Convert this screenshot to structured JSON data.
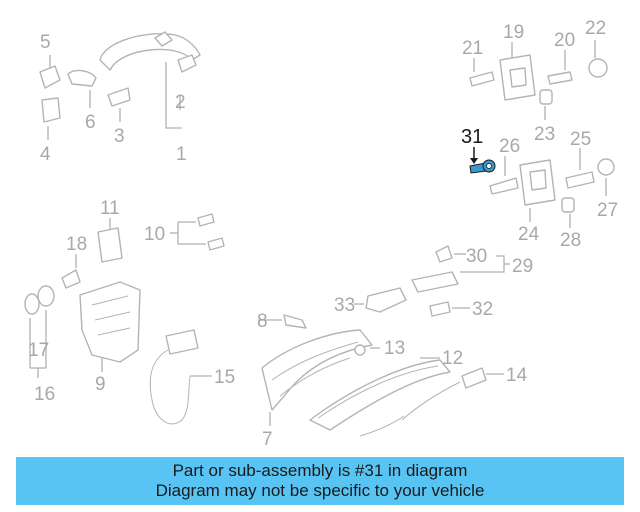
{
  "callouts": {
    "n1": "1",
    "n2": "2",
    "n3": "3",
    "n4": "4",
    "n5": "5",
    "n6": "6",
    "n7": "7",
    "n8": "8",
    "n9": "9",
    "n10": "10",
    "n11": "11",
    "n12": "12",
    "n13": "13",
    "n14": "14",
    "n15": "15",
    "n16": "16",
    "n17": "17",
    "n18": "18",
    "n19": "19",
    "n20": "20",
    "n21": "21",
    "n22": "22",
    "n23": "23",
    "n24": "24",
    "n25": "25",
    "n26": "26",
    "n27": "27",
    "n28": "28",
    "n29": "29",
    "n30": "30",
    "n31": "31",
    "n32": "32",
    "n33": "33"
  },
  "highlight": {
    "part_number": "31",
    "color": "#1a1a1a",
    "part_color": "#3a9ad0"
  },
  "banner": {
    "line1": "Part or sub-assembly is #31 in diagram",
    "line2": "Diagram may not be specific to your vehicle",
    "color": "#58c4f4"
  }
}
